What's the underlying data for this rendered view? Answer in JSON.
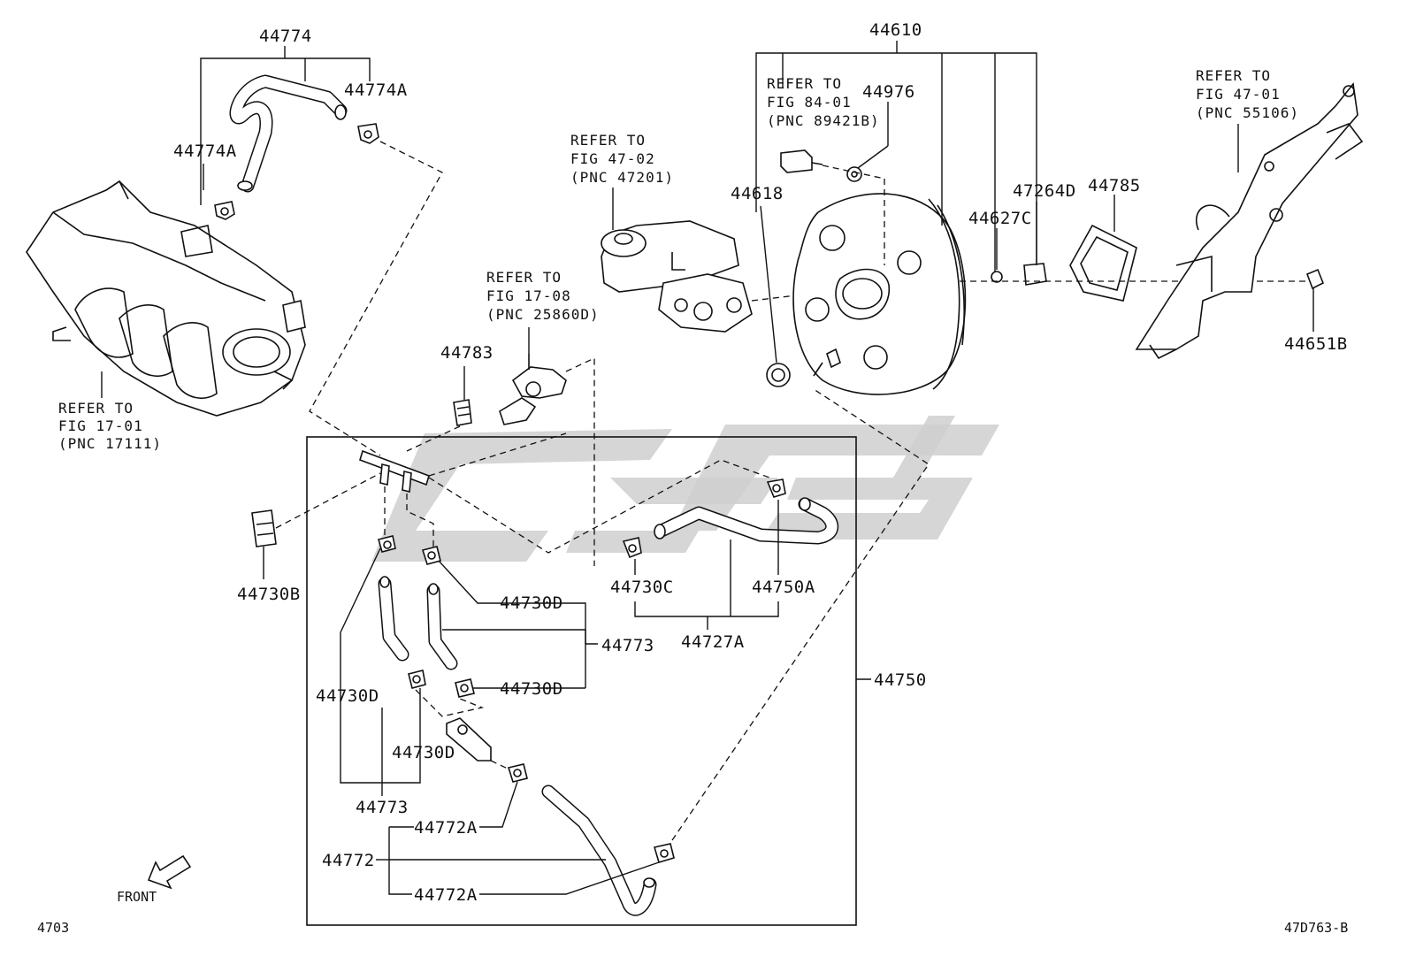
{
  "labels": {
    "p44774": "44774",
    "p44774a_top": "44774A",
    "p44774a_left": "44774A",
    "p44610": "44610",
    "p44976": "44976",
    "p44618": "44618",
    "p44627c": "44627C",
    "p47264d": "47264D",
    "p44785": "44785",
    "p44651b": "44651B",
    "p44783": "44783",
    "p44730b": "44730B",
    "p44730c": "44730C",
    "p44750a": "44750A",
    "p44727a": "44727A",
    "p44730d_a": "44730D",
    "p44773_a": "44773",
    "p44730d_b": "44730D",
    "p44750": "44750",
    "p44730d_left": "44730D",
    "p44730d_mid": "44730D",
    "p44773_b": "44773",
    "p44772a_a": "44772A",
    "p44772": "44772",
    "p44772a_b": "44772A"
  },
  "refs": {
    "manifold": [
      "REFER TO",
      "FIG 17-01",
      "(PNC 17111)"
    ],
    "master_cyl": [
      "REFER TO",
      "FIG 47-02",
      "(PNC 47201)"
    ],
    "sensor": [
      "REFER TO",
      "FIG 84-01",
      "(PNC 89421B)"
    ],
    "valve": [
      "REFER TO",
      "FIG 17-08",
      "(PNC 25860D)"
    ],
    "pedal": [
      "REFER TO",
      "FIG 47-01",
      "(PNC 55106)"
    ]
  },
  "front_label": "FRONT",
  "page_code": "4703",
  "figure_code": "47D763-B",
  "colors": {
    "ink": "#111111",
    "watermark": "#cfcfcf",
    "background": "#ffffff"
  },
  "icons": {
    "front_arrow": "front-arrow-icon"
  }
}
